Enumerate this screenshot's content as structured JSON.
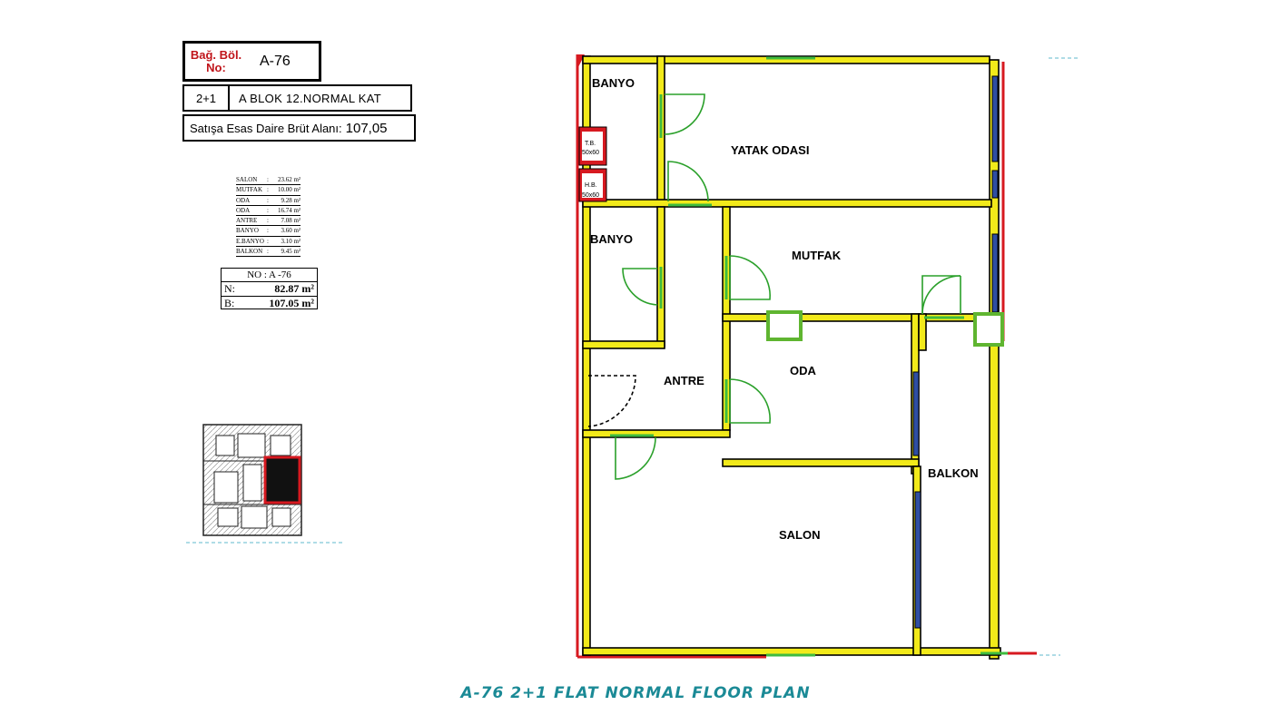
{
  "info": {
    "bag_bol_label": "Bağ. Böl.",
    "no_label": "No:",
    "unit_id": "A-76",
    "type": "2+1",
    "block_floor": "A BLOK 12.NORMAL KAT",
    "gross_area_label": "Satışa Esas Daire Brüt Alanı:",
    "gross_area_value": "107,05"
  },
  "area_list": [
    {
      "name": "SALON",
      "value": "23.62 m²"
    },
    {
      "name": "MUTFAK",
      "value": "10.00 m²"
    },
    {
      "name": "ODA",
      "value": "9.28 m²"
    },
    {
      "name": "ODA",
      "value": "16.74 m²"
    },
    {
      "name": "ANTRE",
      "value": "7.08 m²"
    },
    {
      "name": "BANYO",
      "value": "3.60 m²"
    },
    {
      "name": "E.BANYO",
      "value": "3.10 m²"
    },
    {
      "name": "BALKON",
      "value": "9.45 m²"
    }
  ],
  "no_box": {
    "title": "NO : A -76",
    "net_label": "N:",
    "net_value": "82.87 m²",
    "gross_label": "B:",
    "gross_value": "107.05 m²"
  },
  "rooms": {
    "banyo_top": "BANYO",
    "yatak_odasi": "YATAK ODASI",
    "tb": "T.B.",
    "tb_size": "50x60",
    "hb": "H.B.",
    "hb_size": "50x60",
    "banyo_mid": "BANYO",
    "mutfak": "MUTFAK",
    "oda": "ODA",
    "antre": "ANTRE",
    "balkon": "BALKON",
    "salon": "SALON"
  },
  "caption": "A-76 2+1 FLAT NORMAL FLOOR PLAN",
  "colors": {
    "wall_fill": "#f2ea1a",
    "wall_stroke": "#000000",
    "exterior": "#d71920",
    "window": "#2f4ea3",
    "door": "#2aa02a",
    "caption": "#1b8a96",
    "highlight": "#c0141a"
  }
}
